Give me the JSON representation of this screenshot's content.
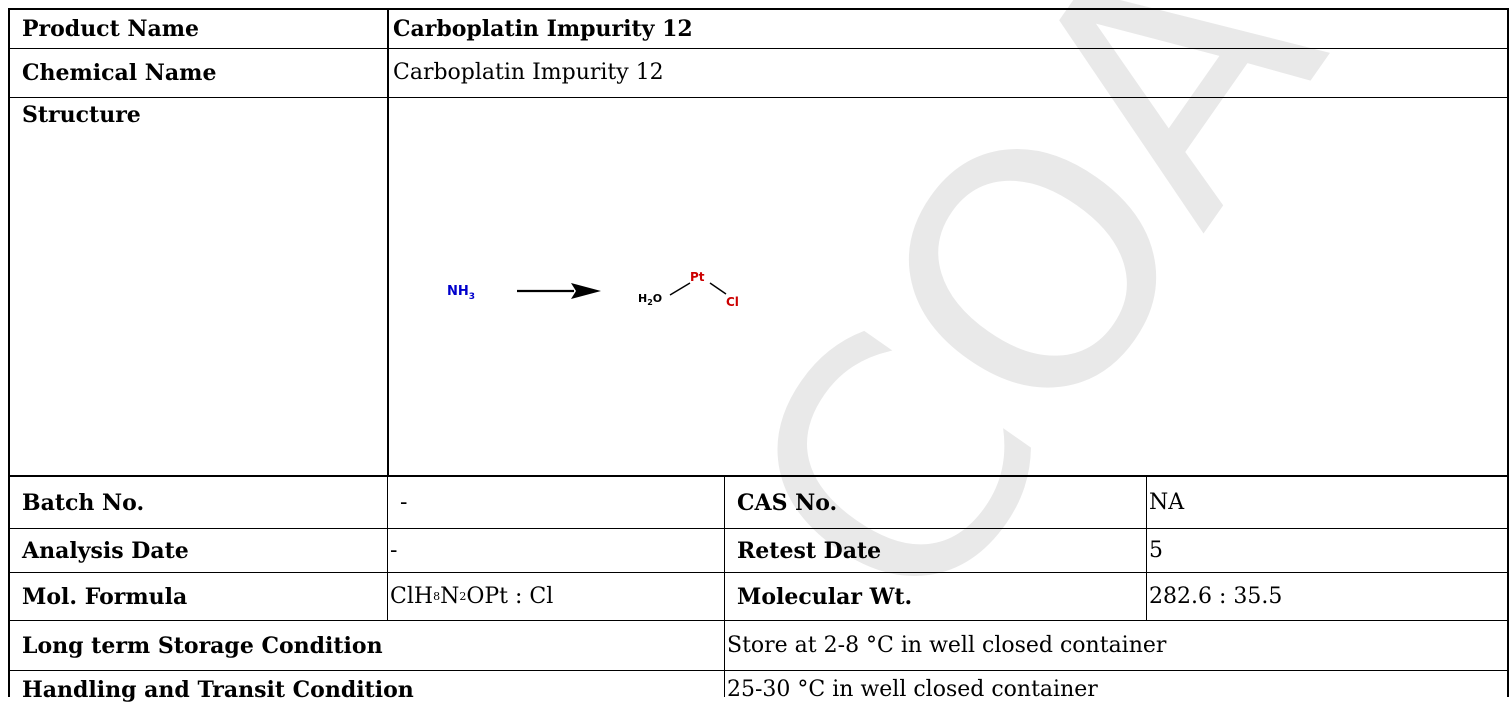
{
  "watermark": {
    "text": "COA",
    "color": "#e9e9e9"
  },
  "rows": {
    "product_name": {
      "label": "Product Name",
      "value": "Carboplatin Impurity 12"
    },
    "chemical_name": {
      "label": "Chemical Name",
      "value": "Carboplatin Impurity 12"
    },
    "structure": {
      "label": "Structure",
      "reactant": "NH3",
      "reactant_sub": "3",
      "product_atoms": {
        "left": "H2O",
        "center": "Pt",
        "right": "Cl"
      },
      "colors": {
        "nitrogen": "#0000cc",
        "platinum": "#cc0000",
        "chlorine": "#cc0000",
        "bond": "#000000"
      }
    },
    "batch": {
      "label": "Batch No.",
      "value": "-",
      "label2": "CAS No.",
      "value2": "NA"
    },
    "analysis": {
      "label": "Analysis Date",
      "value": "-",
      "label2": "Retest Date",
      "value2": "5"
    },
    "formula": {
      "label": "Mol. Formula",
      "value_parts": [
        "ClH",
        "8",
        "N",
        "2",
        "OPt : Cl"
      ],
      "label2": "Molecular Wt.",
      "value2": "282.6 : 35.5"
    },
    "storage": {
      "label": "Long term Storage Condition",
      "value": "Store at 2-8 °C in well closed container"
    },
    "handling": {
      "label": "Handling and Transit Condition",
      "value": "25-30 °C in well closed container"
    }
  }
}
